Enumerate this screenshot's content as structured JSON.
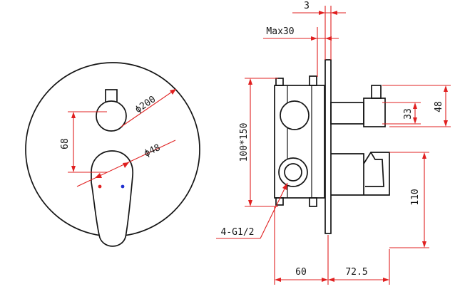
{
  "labels": {
    "dim_3": "3",
    "dim_max30": "Max30",
    "dim_phi200": "ϕ200",
    "dim_phi48": "ϕ48",
    "dim_68": "68",
    "dim_100x150": "100*150",
    "dim_33": "33",
    "dim_48": "48",
    "dim_110": "110",
    "dim_60": "60",
    "dim_72_5": "72.5",
    "thread": "4-G1/2"
  },
  "colors": {
    "line": "#141414",
    "dimension": "#e02020",
    "hot_dot": "#e02020",
    "cold_dot": "#2030d0"
  }
}
